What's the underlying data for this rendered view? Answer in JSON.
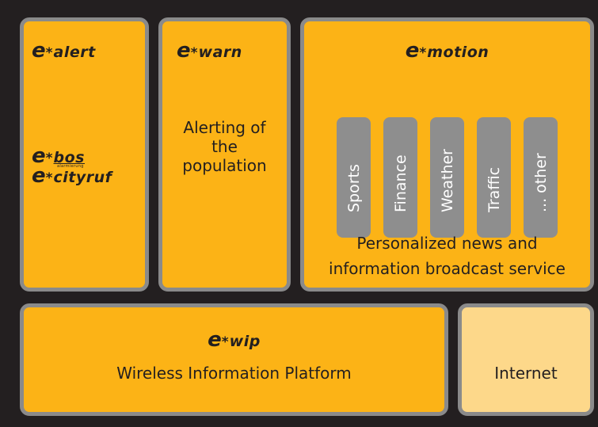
{
  "products": {
    "alert": {
      "prefix": "e",
      "star": "*",
      "name": "alert"
    },
    "bos": {
      "prefix": "e",
      "star": "*",
      "name": "bos",
      "subtitle": "alarmierung"
    },
    "cityruf": {
      "prefix": "e",
      "star": "*",
      "name": "cityruf"
    },
    "warn": {
      "prefix": "e",
      "star": "*",
      "name": "warn",
      "description": "Alerting of the population"
    },
    "motion": {
      "prefix": "e",
      "star": "*",
      "name": "motion",
      "description_line1": "Personalized news and",
      "description_line2": "information broadcast service"
    },
    "wip": {
      "prefix": "e",
      "star": "*",
      "name": "wip",
      "description": "Wireless Information Platform"
    }
  },
  "categories": [
    "Sports",
    "Finance",
    "Weather",
    "Traffic",
    "... other"
  ],
  "internet": "Internet",
  "colors": {
    "background": "#231f20",
    "panel": "#fcb316",
    "panel_light": "#fdd88a",
    "border": "#8a8a8a",
    "category_box": "#8e8e8e"
  }
}
